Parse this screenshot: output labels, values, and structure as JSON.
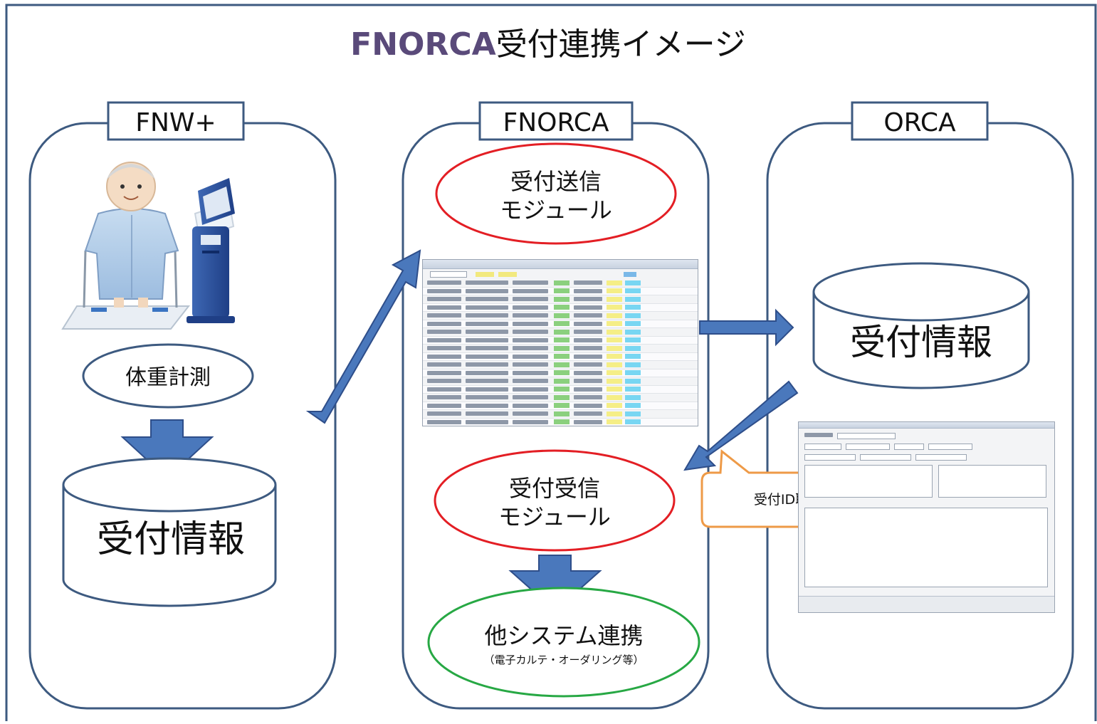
{
  "title": {
    "prefix": "FNORCA",
    "rest": "受付連携イメージ"
  },
  "colors": {
    "border": "#3d5a80",
    "title_prefix": "#5a4a7a",
    "arrow": "#4a78bc",
    "red": "#e31e24",
    "green": "#27a844",
    "callout": "#ee9a47"
  },
  "panels": {
    "fnw": {
      "label": "FNW+",
      "measure": "体重計測",
      "db": "受付情報"
    },
    "fnorca": {
      "label": "FNORCA",
      "send_module": [
        "受付送信",
        "モジュール"
      ],
      "recv_module": [
        "受付受信",
        "モジュール"
      ],
      "other_system": "他システム連携",
      "other_system_sub": "（電子カルテ・オーダリング等）"
    },
    "orca": {
      "label": "ORCA",
      "db": "受付情報",
      "callout": "受付ID取得"
    }
  }
}
